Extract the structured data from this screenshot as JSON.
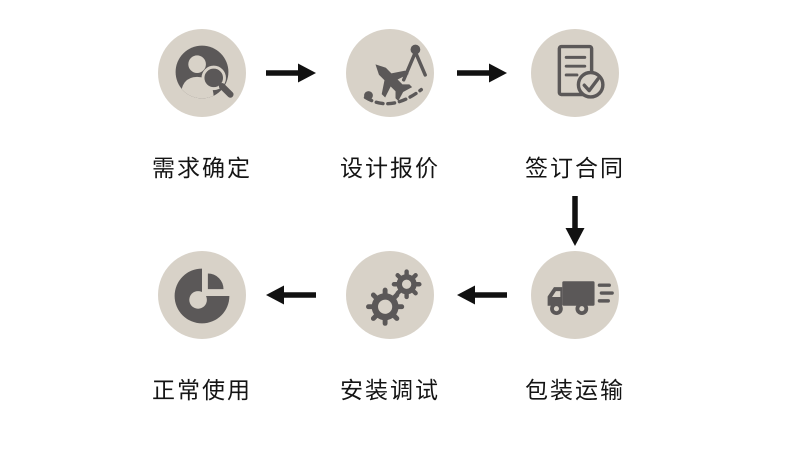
{
  "flow": {
    "steps": [
      {
        "label": "需求确定",
        "icon": "user-search-icon"
      },
      {
        "label": "设计报价",
        "icon": "design-compass-icon"
      },
      {
        "label": "签订合同",
        "icon": "contract-check-icon"
      },
      {
        "label": "包装运输",
        "icon": "delivery-truck-icon"
      },
      {
        "label": "安装调试",
        "icon": "gears-icon"
      },
      {
        "label": "正常使用",
        "icon": "pie-chart-icon"
      }
    ],
    "arrows": [
      {
        "direction": "right",
        "from": "需求确定",
        "to": "设计报价"
      },
      {
        "direction": "right",
        "from": "设计报价",
        "to": "签订合同"
      },
      {
        "direction": "down",
        "from": "签订合同",
        "to": "包装运输"
      },
      {
        "direction": "left",
        "from": "包装运输",
        "to": "安装调试"
      },
      {
        "direction": "left",
        "from": "安装调试",
        "to": "正常使用"
      }
    ],
    "colors": {
      "circle_bg": "#d8d2c8",
      "icon": "#5b5858",
      "arrow": "#111111",
      "label": "#141414",
      "background": "#ffffff"
    }
  }
}
